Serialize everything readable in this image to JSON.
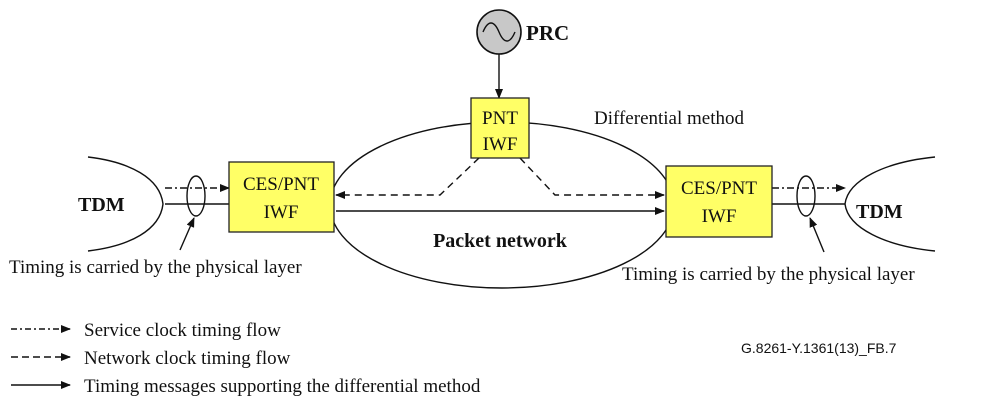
{
  "prc": {
    "label": "PRC",
    "icon": "sine-wave-icon"
  },
  "pnt_iwf": {
    "line1": "PNT",
    "line2": "IWF"
  },
  "method_label": "Differential method",
  "left_tdm": "TDM",
  "right_tdm": "TDM",
  "left_ces": {
    "line1": "CES/PNT",
    "line2": "IWF"
  },
  "right_ces": {
    "line1": "CES/PNT",
    "line2": "IWF"
  },
  "network_label": "Packet network",
  "left_note": "Timing is carried by the physical layer",
  "right_note": "Timing is carried by the physical layer",
  "legend": [
    {
      "style": "dash-dot",
      "label": "Service clock timing flow"
    },
    {
      "style": "dashed",
      "label": "Network clock timing flow"
    },
    {
      "style": "solid",
      "label": "Timing messages supporting the differential method"
    }
  ],
  "figure_id": "G.8261-Y.1361(13)_FB.7",
  "colors": {
    "box_fill": "#ffff66",
    "prc_fill": "#c8c8c8"
  }
}
